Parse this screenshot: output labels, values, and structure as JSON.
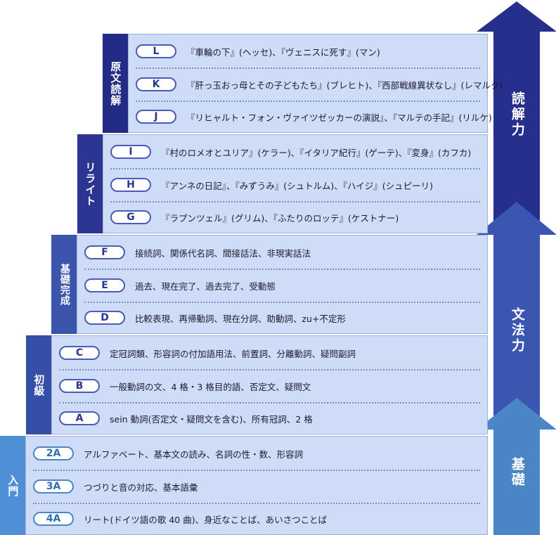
{
  "colors": {
    "arrow_dark": "#262f8c",
    "arrow_mid": "#3a56b0",
    "arrow_light": "#4a86c6",
    "tier_body": "#cfdcf7",
    "tier_intro": "#4f8fd6",
    "tier_elem": "#354ea6",
    "tier_basic": "#3b55ad",
    "tier_rewrite": "#2c3592",
    "tier_original": "#222b85",
    "badge_border": "#4a5bb8"
  },
  "arrows": {
    "top": {
      "label": "読解力"
    },
    "middle": {
      "label": "文法力"
    },
    "bottom": {
      "label": "基礎"
    }
  },
  "tiers": {
    "original": {
      "label": "原文読解",
      "rows": [
        {
          "badge": "L",
          "text": "『車輪の下』(ヘッセ)、『ヴェニスに死す』(マン)"
        },
        {
          "badge": "K",
          "text": "『肝っ玉おっ母とその子どもたち』(ブレヒト)、『西部戦線異状なし』(レマルク)"
        },
        {
          "badge": "J",
          "text": "『リヒャルト・フォン・ヴァイツゼッカーの演説』、『マルテの手記』(リルケ)"
        }
      ]
    },
    "rewrite": {
      "label": "リライト",
      "rows": [
        {
          "badge": "I",
          "text": "『村のロメオとユリア』(ケラー)、『イタリア紀行』(ゲーテ)、『変身』(カフカ)"
        },
        {
          "badge": "H",
          "text": "『アンネの日記』、『みずうみ』(シュトルム)、『ハイジ』(シュピーリ)"
        },
        {
          "badge": "G",
          "text": "『ラプンツェル』(グリム)、『ふたりのロッテ』(ケストナー)"
        }
      ]
    },
    "basic": {
      "label": "基礎完成",
      "rows": [
        {
          "badge": "F",
          "text": "接続詞、関係代名詞、間接話法、非現実話法"
        },
        {
          "badge": "E",
          "text": "過去、現在完了、過去完了、受動態"
        },
        {
          "badge": "D",
          "text": "比較表現、再帰動詞、現在分詞、助動詞、zu+不定形"
        }
      ]
    },
    "elementary": {
      "label": "初級",
      "rows": [
        {
          "badge": "C",
          "text": "定冠詞類、形容詞の付加語用法、前置詞、分離動詞、疑問副詞"
        },
        {
          "badge": "B",
          "text": "一般動詞の文、4 格・3 格目的語、否定文、疑問文"
        },
        {
          "badge": "A",
          "text": "sein 動詞(否定文・疑問文を含む)、所有冠詞、2 格"
        }
      ]
    },
    "intro": {
      "label": "入門",
      "rows": [
        {
          "badge": "2A",
          "text": "アルファベート、基本文の読み、名詞の性・数、形容詞"
        },
        {
          "badge": "3A",
          "text": "つづりと音の対応、基本語彙"
        },
        {
          "badge": "4A",
          "text": "リート(ドイツ語の歌 40 曲)、身近なことば、あいさつことば"
        }
      ]
    }
  }
}
